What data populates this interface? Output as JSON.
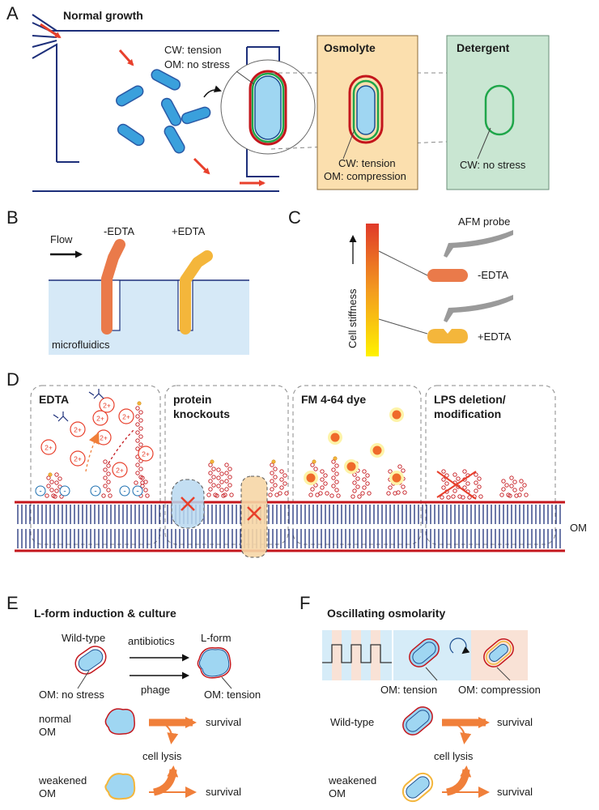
{
  "panels": {
    "A": "A",
    "B": "B",
    "C": "C",
    "D": "D",
    "E": "E",
    "F": "F"
  },
  "a": {
    "normal_growth": "Normal growth",
    "cw_tension": "CW: tension",
    "om_no_stress": "OM: no stress",
    "osmolyte": "Osmolyte",
    "osmolyte_cw": "CW: tension",
    "osmolyte_om": "OM: compression",
    "detergent": "Detergent",
    "detergent_cw": "CW: no stress"
  },
  "b": {
    "flow": "Flow",
    "minus": "-EDTA",
    "plus": "+EDTA",
    "microfluidics": "microfluidics"
  },
  "c": {
    "afm": "AFM probe",
    "stiffness": "Cell stiffness",
    "minus": "-EDTA",
    "plus": "+EDTA"
  },
  "d": {
    "box1": "EDTA",
    "box2_l1": "protein",
    "box2_l2": "knockouts",
    "box3": "FM 4-64 dye",
    "box4_l1": "LPS deletion/",
    "box4_l2": "modification",
    "om": "OM",
    "ion": "2+",
    "minus": "-"
  },
  "e": {
    "title": "L-form induction & culture",
    "wild": "Wild-type",
    "lform": "L-form",
    "antibiotics": "antibiotics",
    "phage": "phage",
    "om_no_stress": "OM: no stress",
    "om_tension": "OM: tension",
    "normal": "normal",
    "om1": "OM",
    "weakened": "weakened",
    "om2": "OM",
    "survival1": "survival",
    "lysis": "cell lysis",
    "survival2": "survival"
  },
  "f": {
    "title": "Oscillating osmolarity",
    "om_tension": "OM: tension",
    "om_compression": "OM: compression",
    "wild": "Wild-type",
    "weakened": "weakened",
    "om": "OM",
    "survival1": "survival",
    "lysis": "cell lysis",
    "survival2": "survival"
  },
  "colors": {
    "cw": "#c4161c",
    "om": "#1fa64a",
    "cell": "#9fd6f2",
    "cell_stroke": "#1d4f91",
    "arrow": "#e8402c",
    "orange": "#f07f3a",
    "yellow": "#f4b63b"
  }
}
